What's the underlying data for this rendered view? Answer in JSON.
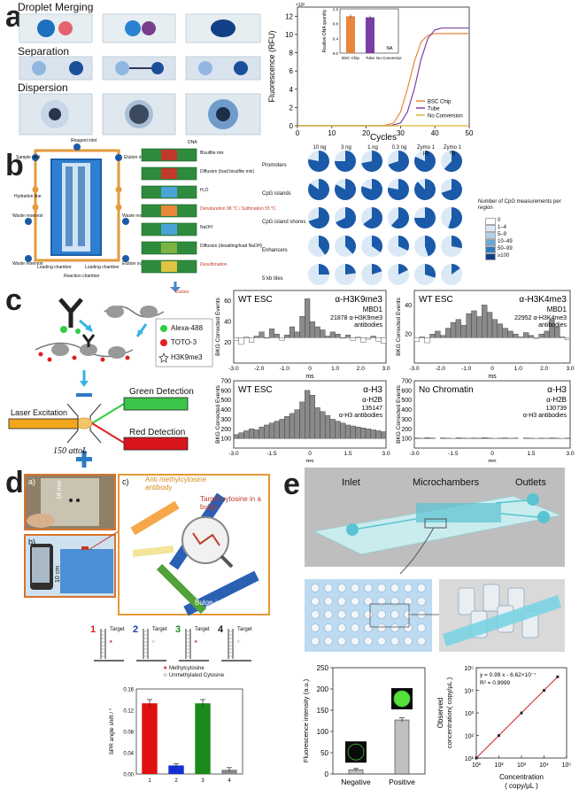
{
  "panel_labels": [
    "a",
    "b",
    "c",
    "d",
    "e"
  ],
  "panel_a": {
    "row_labels": [
      "Droplet Merging",
      "Separation",
      "Dispersion"
    ],
    "chart_data": [
      {
        "type": "line",
        "xlabel": "Cycles",
        "ylabel": "Fluorescence (RFU)",
        "ylabel_multiplier": "×10³",
        "xlim": [
          0,
          50
        ],
        "ylim": [
          0,
          13
        ],
        "x_ticks": [
          "0",
          "10",
          "20",
          "30",
          "40",
          "50"
        ],
        "y_ticks": [
          "0",
          "2",
          "4",
          "6",
          "8",
          "10",
          "12"
        ],
        "legend": "bottom-right",
        "series": [
          {
            "name": "BSC Chip",
            "color": "#e8863a",
            "x": [
              0,
              25,
              28,
              30,
              32,
              34,
              36,
              38,
              40,
              50
            ],
            "y": [
              0,
              0,
              0.3,
              1.5,
              4.0,
              7.0,
              9.2,
              9.9,
              10.1,
              10.1
            ]
          },
          {
            "name": "Tube",
            "color": "#7b3fa3",
            "x": [
              0,
              27,
              30,
              32,
              34,
              36,
              38,
              40,
              42,
              50
            ],
            "y": [
              0,
              0,
              0.3,
              1.5,
              4.0,
              7.3,
              9.6,
              10.5,
              10.7,
              10.7
            ]
          },
          {
            "name": "No Conversion",
            "color": "#d6b53a",
            "x": [
              0,
              50
            ],
            "y": [
              0,
              0
            ]
          }
        ]
      },
      {
        "type": "bar",
        "ylabel": "Realtive DNA quantity",
        "categories": [
          "BSC Chip",
          "Tube",
          "No Conversion"
        ],
        "values": [
          1.0,
          0.97,
          0
        ],
        "colors": [
          "#e8863a",
          "#7b3fa3",
          "#7b3fa3"
        ],
        "ylim": [
          0,
          1.2
        ],
        "y_ticks": [
          "0.0",
          "0.4",
          "0.8",
          "1.2"
        ],
        "annotations": [
          "NA"
        ]
      }
    ]
  },
  "panel_b": {
    "device_labels": [
      "Reagent inlet",
      "Sample inlet",
      "Elution inlet",
      "Hydration line",
      "Waste reservoir",
      "Waste reservoir",
      "Waste reservoir",
      "Elution outlet",
      "Loading chamber",
      "Loading chamber",
      "Reaction chamber"
    ],
    "steps": [
      {
        "label": "Bisulfite mix",
        "color": "#c0392b"
      },
      {
        "label": "Diffusion (load bisulfite mix)",
        "color": "#c0392b"
      },
      {
        "label": "H₂O",
        "color": "#4aa3d6"
      },
      {
        "label": "Denaturation 98 °C / Sulfonation 55 °C",
        "color": "#e8863a"
      },
      {
        "label": "NaOH",
        "color": "#4aa3d6"
      },
      {
        "label": "Diffusion (desalting/load NaOH)",
        "color": "#7cb342"
      },
      {
        "label": "Desulfonation",
        "color": "#e0c341"
      }
    ],
    "dna_label": "DNA",
    "elution_label": "Elution",
    "columns": [
      "10 ng",
      "3 ng",
      "1 ng",
      "0.3 ng",
      "Zymo 1 μg",
      "Zymo 1 ng"
    ],
    "rows": [
      "Promoters",
      "CpG islands",
      "CpG island shores",
      "Enhancers",
      "5 kb tiles"
    ],
    "legend_title": "Number of CpG measurements per region",
    "legend_items": [
      {
        "label": "0",
        "color": "#ffffff"
      },
      {
        "label": "1–4",
        "color": "#dbe9f6"
      },
      {
        "label": "5–9",
        "color": "#b3d1ec"
      },
      {
        "label": "10–49",
        "color": "#6aa8d8"
      },
      {
        "label": "50–99",
        "color": "#2f79bd"
      },
      {
        "label": "≥100",
        "color": "#103f85"
      }
    ],
    "pie_fill": [
      [
        0.78,
        0.75,
        0.72,
        0.7,
        0.82,
        0.62
      ],
      [
        0.85,
        0.83,
        0.8,
        0.78,
        0.88,
        0.7
      ],
      [
        0.7,
        0.68,
        0.65,
        0.62,
        0.75,
        0.55
      ],
      [
        0.4,
        0.38,
        0.35,
        0.32,
        0.45,
        0.28
      ],
      [
        0.25,
        0.23,
        0.2,
        0.18,
        0.3,
        0.15
      ]
    ]
  },
  "panel_c": {
    "legend": [
      {
        "label": "Alexa-488",
        "color": "#2ecc40"
      },
      {
        "label": "TOTO-3",
        "color": "#e02020"
      },
      {
        "label": "H3K9me3",
        "color": "#ffffff"
      }
    ],
    "laser_label": "Laser Excitation",
    "green_label": "Green Detection",
    "red_label": "Red Detection",
    "volume_label": "150 attoL",
    "histograms": [
      {
        "tag": "WT ESC",
        "title": "α-H3K9me3",
        "line2": "MBD1",
        "line3": "21878 α-H3K9me3",
        "line4": "antibodies",
        "ylabel": "BKG Corrected Events",
        "y_ticks": [
          "20",
          "40",
          "60"
        ],
        "x_ticks": [
          "-3.0",
          "-2.0",
          "-1.0",
          "0",
          "1.0",
          "2.0",
          "3.0"
        ],
        "xlabel": "ms",
        "values": [
          22,
          18,
          25,
          20,
          26,
          30,
          24,
          33,
          28,
          22,
          27,
          35,
          30,
          45,
          62,
          40,
          35,
          32,
          26,
          30,
          28,
          24,
          27,
          22,
          25,
          20,
          23,
          26,
          21,
          19
        ]
      },
      {
        "tag": "WT ESC",
        "title": "α-H3K4me3",
        "line2": "MBD1",
        "line3": "22952 α-H3K4me3",
        "line4": "antibodies",
        "ylabel": "BKG Corrected Events",
        "y_ticks": [
          "20",
          "40"
        ],
        "x_ticks": [
          "-3.0",
          "-2.0",
          "-1.0",
          "0",
          "1.0",
          "2.0",
          "3.0"
        ],
        "xlabel": "ms",
        "values": [
          15,
          18,
          14,
          20,
          22,
          19,
          24,
          28,
          30,
          26,
          34,
          36,
          32,
          40,
          35,
          30,
          27,
          24,
          22,
          20,
          18,
          21,
          19,
          17,
          20,
          22,
          30,
          25,
          18,
          16
        ]
      },
      {
        "tag": "WT ESC",
        "title": "α-H3",
        "line2": "α-H2B",
        "line3": "135147",
        "line4": "α-H3 antibodies",
        "ylabel": "BKG Corrected Events",
        "y_ticks": [
          "100",
          "200",
          "300",
          "400",
          "500",
          "600",
          "700"
        ],
        "x_ticks": [
          "-3.0",
          "-1.5",
          "0",
          "1.5",
          "3.0"
        ],
        "xlabel": "ms",
        "values": [
          140,
          160,
          180,
          200,
          190,
          220,
          240,
          260,
          280,
          300,
          330,
          360,
          400,
          480,
          600,
          550,
          420,
          380,
          340,
          300,
          280,
          260,
          240,
          230,
          220,
          210,
          200,
          190,
          180,
          170
        ]
      },
      {
        "tag": "No Chromatin",
        "title": "α-H3",
        "line2": "α-H2B",
        "line3": "130739",
        "line4": "α-H3 antibodies",
        "ylabel": "BKG Corrected Events",
        "y_ticks": [
          "100",
          "200",
          "300",
          "400",
          "500",
          "600",
          "700"
        ],
        "x_ticks": [
          "-3.0",
          "-1.5",
          "0",
          "1.5",
          "3.0"
        ],
        "xlabel": "ms",
        "values": [
          105,
          102,
          108,
          104,
          100,
          106,
          103,
          101,
          107,
          104,
          102,
          105,
          103,
          108,
          104,
          101,
          103,
          106,
          102,
          104,
          100,
          105,
          103,
          101,
          104,
          102,
          106,
          103,
          101,
          104
        ]
      }
    ]
  },
  "panel_d": {
    "sub_a": "a)",
    "sub_b": "b)",
    "sub_c": "c)",
    "scale_a": "18 mm",
    "scale_b": "10 cm",
    "antibody_label": "Anti methylcytosine antibody",
    "target_label": "Target cytosine in a bulge",
    "dna_label": "Bulge-inducer DNA",
    "constructs": [
      {
        "num": "1",
        "color": "#d02020",
        "label": "Target"
      },
      {
        "num": "2",
        "color": "#1a3bb0",
        "label": "Target"
      },
      {
        "num": "3",
        "color": "#1f8a1f",
        "label": "Target"
      },
      {
        "num": "4",
        "color": "#222222",
        "label": "Target"
      }
    ],
    "legend_methyl": "Methylcytosine",
    "legend_unmethyl": "Unmethylated  Cytosine",
    "chart_data": {
      "type": "bar",
      "ylabel": "SPR angle shift / °",
      "categories": [
        "1",
        "2",
        "3",
        "4"
      ],
      "values": [
        0.133,
        0.016,
        0.133,
        0.008
      ],
      "errors": [
        0.007,
        0.003,
        0.007,
        0.004
      ],
      "colors": [
        "#e01010",
        "#1530d0",
        "#1a8a1a",
        "#888888"
      ],
      "ylim": [
        0,
        0.16
      ],
      "y_ticks": [
        "0.00",
        "0.04",
        "0.08",
        "0.12",
        "0.16"
      ]
    }
  },
  "panel_e": {
    "labels": [
      "Inlet",
      "Microchambers",
      "Outlets"
    ],
    "chart_data": [
      {
        "type": "bar",
        "ylabel": "Fluorescence intensity (a.u.)",
        "categories": [
          "Negative",
          "Positive"
        ],
        "values": [
          10,
          127
        ],
        "errors": [
          3,
          5
        ],
        "ylim": [
          0,
          250
        ],
        "y_ticks": [
          "0",
          "50",
          "100",
          "150",
          "200",
          "250"
        ]
      },
      {
        "type": "scatter",
        "xlabel": "Concentration",
        "xlabel2": "( copy/μL )",
        "ylabel": "Observed",
        "ylabel2": "concentration( copy/μL )",
        "equation": "y = 0.99 x - 6.62×10⁻⁷",
        "r2": "R² = 0.9999",
        "scale": "log-log",
        "x": [
          10,
          100,
          1000,
          10000,
          40000
        ],
        "y": [
          10,
          99,
          990,
          9900,
          39600
        ],
        "x_ticks": [
          "10¹",
          "10²",
          "10³",
          "10⁴",
          "10⁵"
        ],
        "y_ticks": [
          "10¹",
          "10²",
          "10³",
          "10⁴",
          "10⁵"
        ]
      }
    ]
  }
}
